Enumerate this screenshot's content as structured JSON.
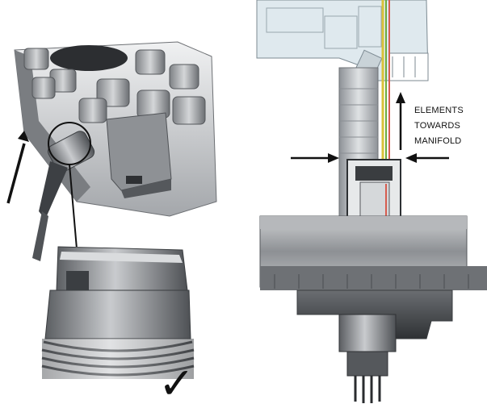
{
  "annotation": {
    "lines": [
      "ELEMENTS",
      "TOWARDS",
      "MANIFOLD"
    ]
  },
  "check_mark": "✓",
  "colors": {
    "metal_light": "#d9dcdf",
    "metal_mid": "#9a9da1",
    "metal_dark": "#4d5054",
    "blueprint": "#dfe9ee",
    "wire_yellow": "#d9c23a",
    "wire_green": "#6cab3c",
    "wire_red": "#d65c4f"
  },
  "icons": [
    "arrow-up-left-icon",
    "arrow-right-icon",
    "arrow-left-icon",
    "arrow-up-icon",
    "magnify-circle-icon",
    "check-mark-icon"
  ]
}
